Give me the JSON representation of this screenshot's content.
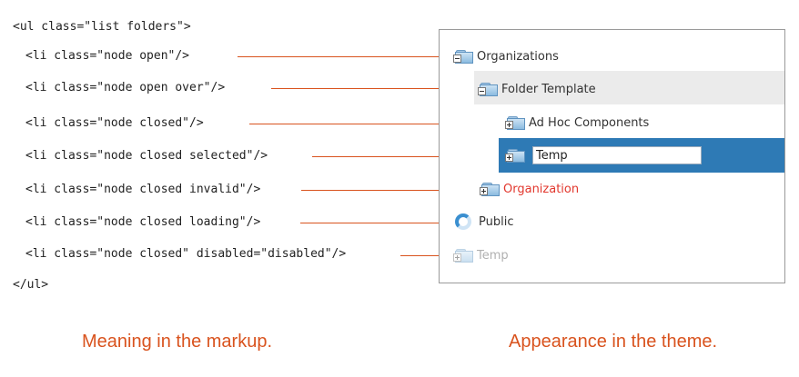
{
  "markup": {
    "open_tag": "<ul class=\"list folders\">",
    "close_tag": "</ul>",
    "items": [
      "<li class=\"node open\"/>",
      "<li class=\"node open over\"/>",
      "<li class=\"node closed\"/>",
      "<li class=\"node closed selected\"/>",
      "<li class=\"node closed invalid\"/>",
      "<li class=\"node closed loading\"/>",
      "<li class=\"node closed\" disabled=\"disabled\"/>"
    ]
  },
  "tree": {
    "nodes": [
      {
        "label": "Organizations",
        "state": "open"
      },
      {
        "label": "Folder Template",
        "state": "open over"
      },
      {
        "label": "Ad Hoc Components",
        "state": "closed"
      },
      {
        "label": "Temp",
        "state": "closed selected"
      },
      {
        "label": "Organization",
        "state": "closed invalid"
      },
      {
        "label": "Public",
        "state": "closed loading"
      },
      {
        "label": "Temp",
        "state": "closed disabled"
      }
    ]
  },
  "captions": {
    "left": "Meaning in the markup.",
    "right": "Appearance in the theme."
  },
  "colors": {
    "arrow": "#d9531e",
    "caption": "#d9531e",
    "selected_bg": "#2e7ab5",
    "hover_bg": "#ebebeb",
    "invalid_text": "#e2382e",
    "disabled_text": "#b0b0b0"
  }
}
